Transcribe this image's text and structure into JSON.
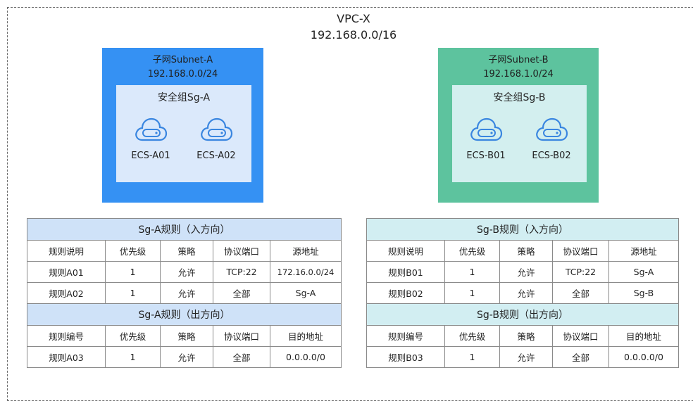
{
  "vpc": {
    "name": "VPC-X",
    "cidr": "192.168.0.0/16"
  },
  "subnets": [
    {
      "name": "子网Subnet-A",
      "cidr": "192.168.0.0/24",
      "color": "#3591f3",
      "security_group": {
        "name": "安全组Sg-A",
        "color": "#dbe9fb",
        "ecs": [
          "ECS-A01",
          "ECS-A02"
        ]
      }
    },
    {
      "name": "子网Subnet-B",
      "cidr": "192.168.1.0/24",
      "color": "#5dc39e",
      "security_group": {
        "name": "安全组Sg-B",
        "color": "#d3efef",
        "ecs": [
          "ECS-B01",
          "ECS-B02"
        ]
      }
    }
  ],
  "icon": {
    "name": "cloud-server-icon",
    "color": "#3a86e0"
  },
  "rule_tables": [
    {
      "inbound": {
        "title": "Sg-A规则（入方向）",
        "headers": [
          "规则说明",
          "优先级",
          "策略",
          "协议端口",
          "源地址"
        ],
        "rows": [
          [
            "规则A01",
            "1",
            "允许",
            "TCP:22",
            "172.16.0.0/24"
          ],
          [
            "规则A02",
            "1",
            "允许",
            "全部",
            "Sg-A"
          ]
        ]
      },
      "outbound": {
        "title": "Sg-A规则（出方向）",
        "headers": [
          "规则编号",
          "优先级",
          "策略",
          "协议端口",
          "目的地址"
        ],
        "rows": [
          [
            "规则A03",
            "1",
            "允许",
            "全部",
            "0.0.0.0/0"
          ]
        ]
      }
    },
    {
      "inbound": {
        "title": "Sg-B规则（入方向）",
        "headers": [
          "规则说明",
          "优先级",
          "策略",
          "协议端口",
          "源地址"
        ],
        "rows": [
          [
            "规则B01",
            "1",
            "允许",
            "TCP:22",
            "Sg-A"
          ],
          [
            "规则B02",
            "1",
            "允许",
            "全部",
            "Sg-B"
          ]
        ]
      },
      "outbound": {
        "title": "Sg-B规则（出方向）",
        "headers": [
          "规则编号",
          "优先级",
          "策略",
          "协议端口",
          "目的地址"
        ],
        "rows": [
          [
            "规则B03",
            "1",
            "允许",
            "全部",
            "0.0.0.0/0"
          ]
        ]
      }
    }
  ]
}
